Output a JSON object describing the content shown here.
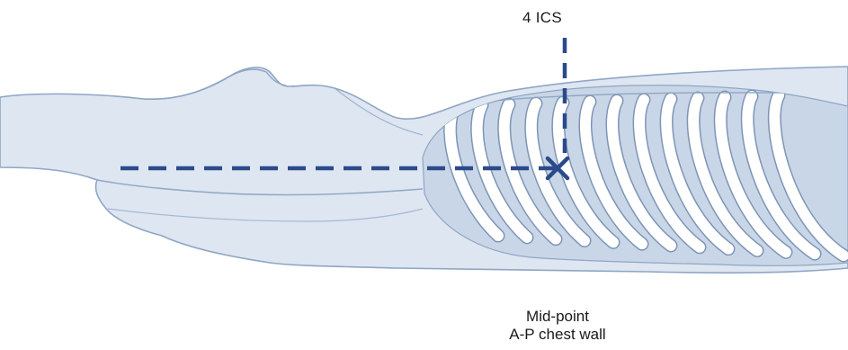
{
  "diagram": {
    "labels": {
      "intercostal_space": "4 ICS",
      "midpoint_line1": "Mid-point",
      "midpoint_line2": "A-P chest wall"
    },
    "colors": {
      "marker": "#2b4a8b",
      "body_fill": "#dde6f1",
      "body_shade": "#c9d6e7",
      "outline": "#8fa6c4",
      "rib": "#ffffff",
      "rib_outline": "#7d95b6"
    }
  }
}
